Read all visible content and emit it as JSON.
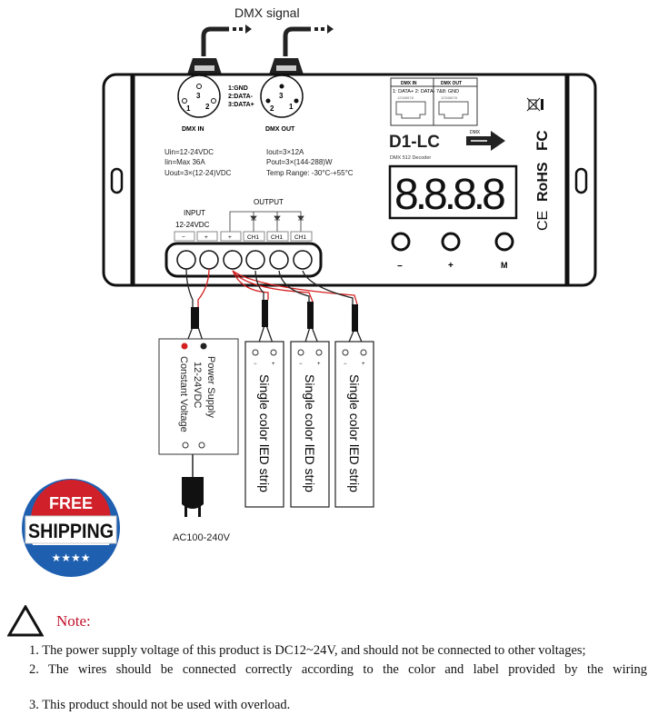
{
  "diagram": {
    "dmx_signal": "DMX signal",
    "dmx_in": "DMX IN",
    "dmx_out": "DMX OUT",
    "pins": [
      "1:GND",
      "2:DATA-",
      "3:DATA+"
    ],
    "pin_numbers": [
      "1",
      "2",
      "3"
    ],
    "specs_left": [
      "Uin=12-24VDC",
      "Iin=Max 36A",
      "Uout=3×(12-24)VDC"
    ],
    "specs_right": [
      "Iout=3×12A",
      "Pout=3×(144-288)W",
      "Temp Range: -30°C-+55°C"
    ],
    "output_label": "OUTPUT",
    "input_label": "INPUT",
    "input_voltage": "12-24VDC",
    "terminals": [
      "−",
      "+",
      "+",
      "CH1",
      "CH1",
      "CH1"
    ],
    "rj45_in": "DMX IN",
    "rj45_out": "DMX OUT",
    "rj45_pins": "1: DATA+  2: DATA-  7&8: GND",
    "rj45_numbers": "12345678",
    "model": "D1-LC",
    "model_sub": "DMX 512 Decoder",
    "dmx_arrow": "DMX",
    "display": "8.8.8.8",
    "buttons": [
      "−",
      "+",
      "M"
    ],
    "certs": [
      "FC",
      "RoHS",
      "CE"
    ],
    "power_supply": [
      "Power Supply",
      "12-24VDC",
      "Constant Voltage"
    ],
    "led_strip": "Single color lED strip",
    "strip_minus": "−",
    "strip_plus": "+",
    "ac_label": "AC100-240V"
  },
  "note": {
    "title": "Note:",
    "lines": [
      "1. The power supply voltage of this product is DC12~24V, and should not be connected to other voltages;",
      "2. The wires should be connected correctly according to the color and label provided by the wiring",
      "3. This product should not be used with overload."
    ]
  },
  "badge": {
    "top": "FREE",
    "main": "SHIPPING",
    "stars": "★★★★"
  },
  "colors": {
    "red_wire": "#d42020",
    "note_title": "#c0102a",
    "badge_blue": "#1f5fb0",
    "badge_red": "#d0202a"
  }
}
